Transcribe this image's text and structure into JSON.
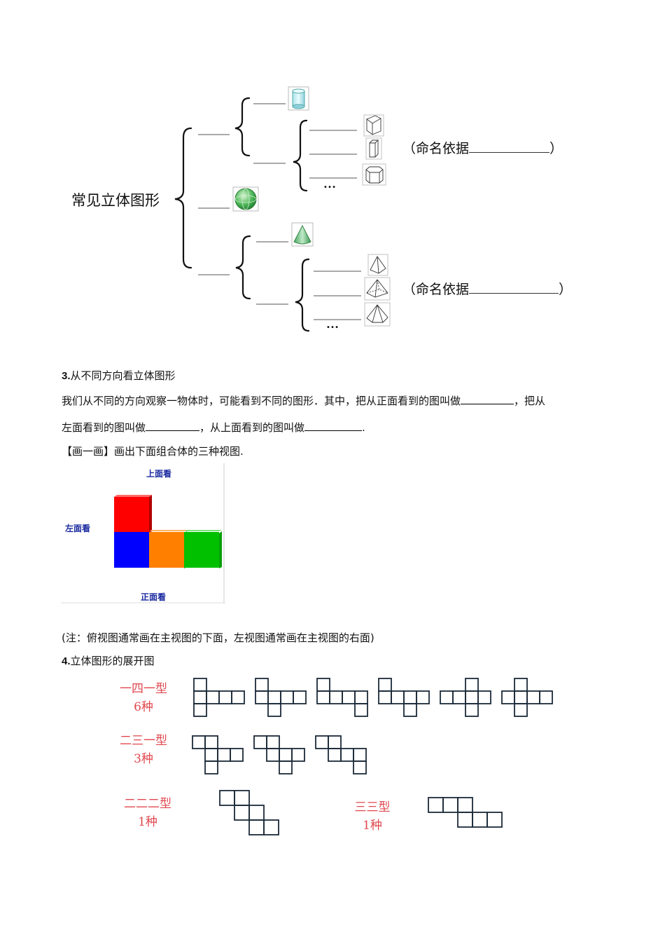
{
  "tree": {
    "root": "常见立体图形",
    "basis_prefix": "（命名依据",
    "basis_suffix": "）",
    "ellipsis": "…"
  },
  "section3": {
    "number": "3.",
    "title": "从不同方向看立体图形",
    "para_line1_a": "我们从不同的方向观察一物体时，可能看到不同的图形．其中，把从正面看到的图叫做",
    "para_line1_b": "，把从",
    "para_line2_a": "左面看到的图叫做",
    "para_line2_b": "，从上面看到的图叫做",
    "para_line2_c": ".",
    "draw_prompt": "【画一画】画出下面组合体的三种视图.",
    "views": {
      "top": "上面看",
      "left": "左面看",
      "front": "正面看"
    },
    "cube_colors": [
      "#ff0000",
      "#0000ff",
      "#ff8000",
      "#00c000"
    ],
    "note": "(注：俯视图通常画在主视图的下面，左视图通常画在主视图的右面)"
  },
  "section4": {
    "number": "4.",
    "title": "立体图形的展开图",
    "types": [
      {
        "name": "一四一型",
        "count": "6种"
      },
      {
        "name": "二三一型",
        "count": "3种"
      },
      {
        "name": "二二二型",
        "count": "1种"
      },
      {
        "name": "三三型",
        "count": "1种"
      }
    ],
    "label_color": "#e0484f",
    "grid_color": "#1c2a38"
  }
}
